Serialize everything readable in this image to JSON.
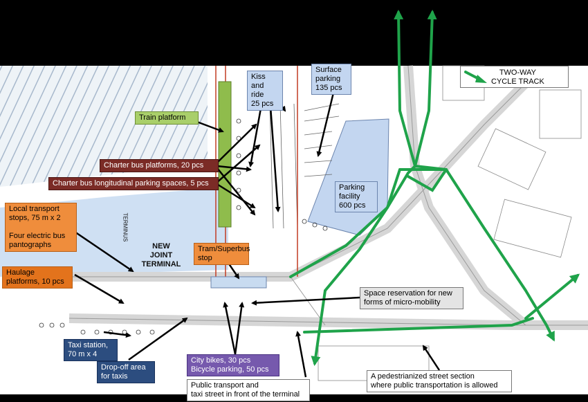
{
  "colors": {
    "cycle_track": "#1fa34a",
    "rail": "#c23b22",
    "arrow": "#000000"
  },
  "legend": {
    "label": "TWO-WAY\nCYCLE TRACK",
    "icon": "green-arrow-icon"
  },
  "map_labels": {
    "new_joint_terminal": "NEW\nJOINT TERMINAL",
    "terminus": "TERMINUS"
  },
  "labels": {
    "train_platform": "Train platform",
    "kiss_and_ride": "Kiss and\nride\n25 pcs",
    "surface_parking": "Surface\nparking\n135 pcs",
    "charter_bus_platforms": "Charter bus platforms, 20 pcs",
    "charter_bus_longitudinal": "Charter bus longitudinal parking spaces, 5 pcs",
    "parking_facility": "Parking\nfacility\n600 pcs",
    "local_transport_stops": "Local transport\nstops, 75 m x 2\n\nFour electric bus\npantographs",
    "tram_superbus_stop": "Tram/Superbus\nstop",
    "haulage_platforms": "Haulage\nplatforms, 10 pcs",
    "micro_mobility": "Space reservation for new\nforms of micro-mobility",
    "taxi_station": "Taxi station,\n70 m x 4",
    "drop_off_area": "Drop-off area\nfor taxis",
    "city_bikes": "City bikes, 30 pcs\nBicycle parking, 50 pcs",
    "public_transport_street": "Public transport and\ntaxi street in front of the terminal",
    "pedestrianized_section": "A pedestrianized street section\nwhere public transportation is allowed"
  }
}
